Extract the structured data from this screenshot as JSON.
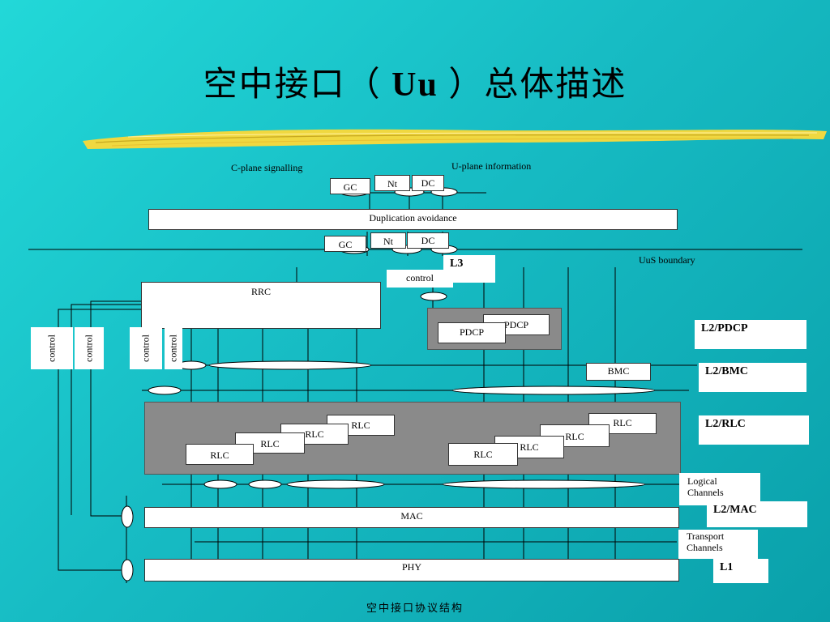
{
  "title": {
    "main_pre": "空中接口（",
    "main_bold": " Uu ",
    "main_post": "）总体描述"
  },
  "diagram": {
    "c_plane": "C-plane signalling",
    "u_plane": "U-plane information",
    "gc": "GC",
    "nt": "Nt",
    "dc": "DC",
    "duplication": "Duplication avoidance",
    "uus_boundary": "UuS boundary",
    "control": "control",
    "rrc": "RRC",
    "pdcp": "PDCP",
    "bmc": "BMC",
    "rlc": "RLC",
    "mac": "MAC",
    "phy": "PHY",
    "logical_channels": [
      "Logical",
      "Channels"
    ],
    "transport_channels": [
      "Transport",
      "Channels"
    ]
  },
  "layers": {
    "l3": "L3",
    "l2_pdcp": "L2/PDCP",
    "l2_bmc": "L2/BMC",
    "l2_rlc": "L2/RLC",
    "l2_mac": "L2/MAC",
    "l1": "L1"
  },
  "footer": "空中接口协议结构"
}
